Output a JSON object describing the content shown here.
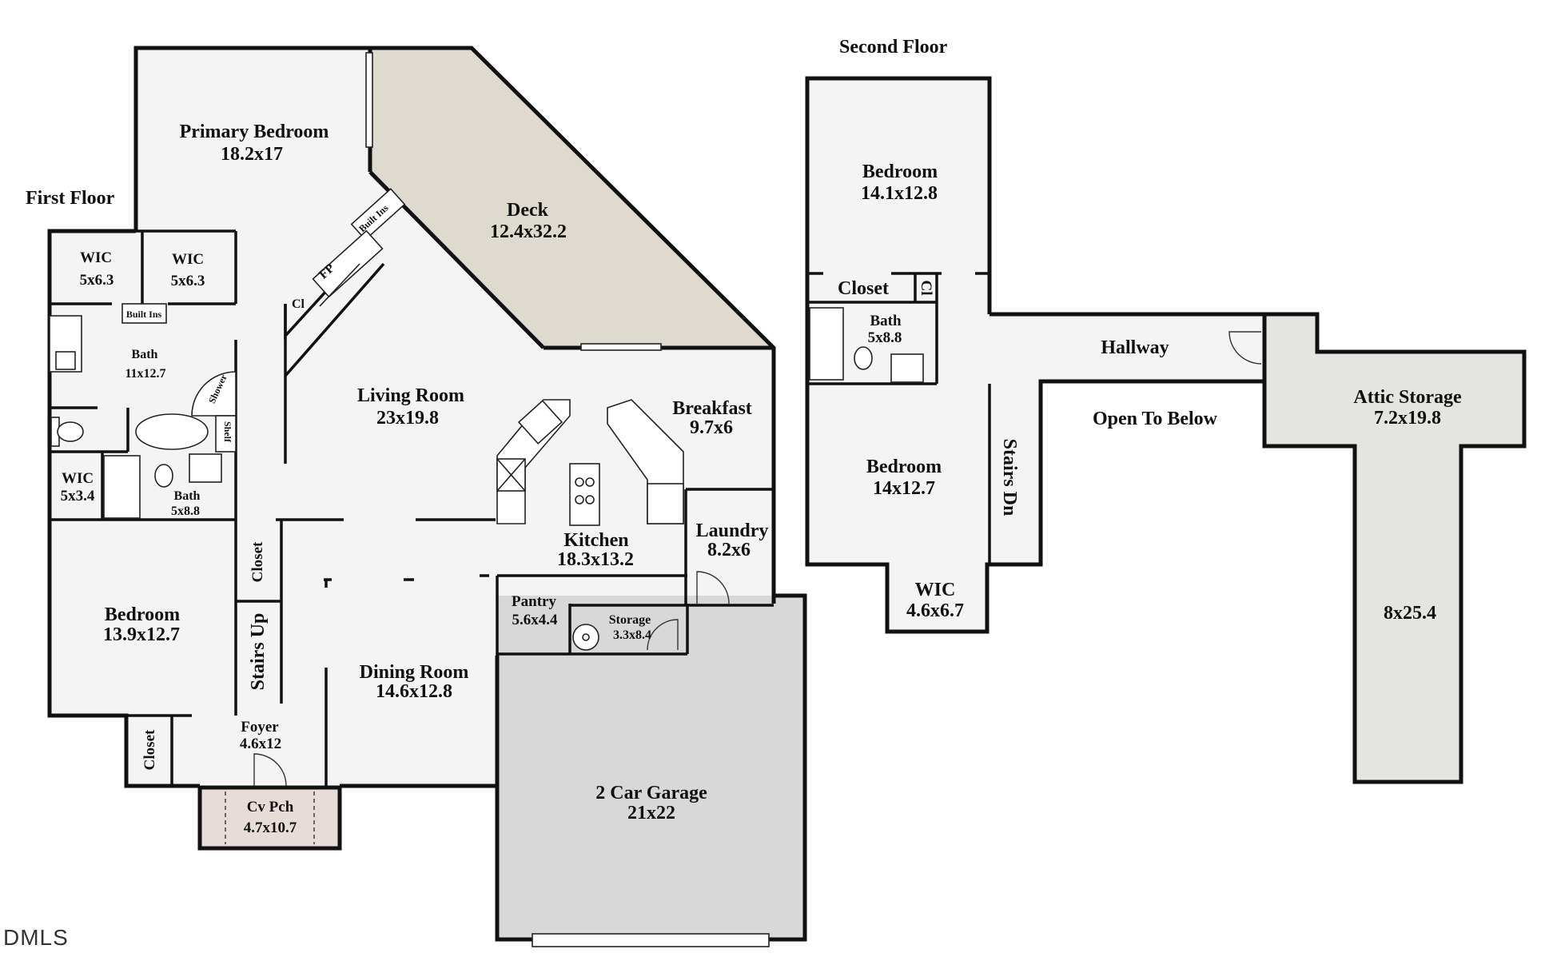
{
  "titles": {
    "first_floor": "First Floor",
    "second_floor": "Second Floor"
  },
  "watermark": "DMLS",
  "colors": {
    "floor": "#f4f4f4",
    "deck": "#dedad0",
    "garage": "#d8d8d8",
    "attic": "#e4e4e0",
    "porch": "#e8dcd8",
    "wall": "#111111"
  },
  "first_floor": {
    "primary_bedroom": {
      "name": "Primary Bedroom",
      "size": "18.2x17"
    },
    "deck": {
      "name": "Deck",
      "size": "12.4x32.2"
    },
    "wic_left": {
      "name": "WIC",
      "size": "5x6.3"
    },
    "wic_right": {
      "name": "WIC",
      "size": "5x6.3"
    },
    "built_ins_small": {
      "name": "Built Ins"
    },
    "built_ins_diag": {
      "name": "Built Ins"
    },
    "fp": {
      "name": "FP"
    },
    "cl_diag": {
      "name": "Cl"
    },
    "primary_bath": {
      "name": "Bath",
      "size": "11x12.7"
    },
    "shower": {
      "name": "Shower"
    },
    "shelf": {
      "name": "Shelf"
    },
    "wic_small": {
      "name": "WIC",
      "size": "5x3.4"
    },
    "bath2": {
      "name": "Bath",
      "size": "5x8.8"
    },
    "living_room": {
      "name": "Living Room",
      "size": "23x19.8"
    },
    "breakfast": {
      "name": "Breakfast",
      "size": "9.7x6"
    },
    "kitchen": {
      "name": "Kitchen",
      "size": "18.3x13.2"
    },
    "laundry": {
      "name": "Laundry",
      "size": "8.2x6"
    },
    "closet_hall": {
      "name": "Closet"
    },
    "stairs_up": {
      "name": "Stairs Up"
    },
    "bedroom": {
      "name": "Bedroom",
      "size": "13.9x12.7"
    },
    "pantry": {
      "name": "Pantry",
      "size": "5.6x4.4"
    },
    "storage": {
      "name": "Storage",
      "size": "3.3x8.4"
    },
    "dining_room": {
      "name": "Dining Room",
      "size": "14.6x12.8"
    },
    "foyer": {
      "name": "Foyer",
      "size": "4.6x12"
    },
    "closet_foyer": {
      "name": "Closet"
    },
    "cv_pch": {
      "name": "Cv Pch",
      "size": "4.7x10.7"
    },
    "garage": {
      "name": "2 Car Garage",
      "size": "21x22"
    }
  },
  "second_floor": {
    "bedroom_top": {
      "name": "Bedroom",
      "size": "14.1x12.8"
    },
    "closet": {
      "name": "Closet"
    },
    "cl": {
      "name": "Cl"
    },
    "bath": {
      "name": "Bath",
      "size": "5x8.8"
    },
    "hallway": {
      "name": "Hallway"
    },
    "open_to_below": {
      "name": "Open To Below"
    },
    "attic_storage": {
      "name": "Attic Storage",
      "size": "7.2x19.8"
    },
    "bedroom_bottom": {
      "name": "Bedroom",
      "size": "14x12.7"
    },
    "stairs_dn": {
      "name": "Stairs Dn"
    },
    "wic": {
      "name": "WIC",
      "size": "4.6x6.7"
    },
    "attic_size2": {
      "size": "8x25.4"
    }
  }
}
